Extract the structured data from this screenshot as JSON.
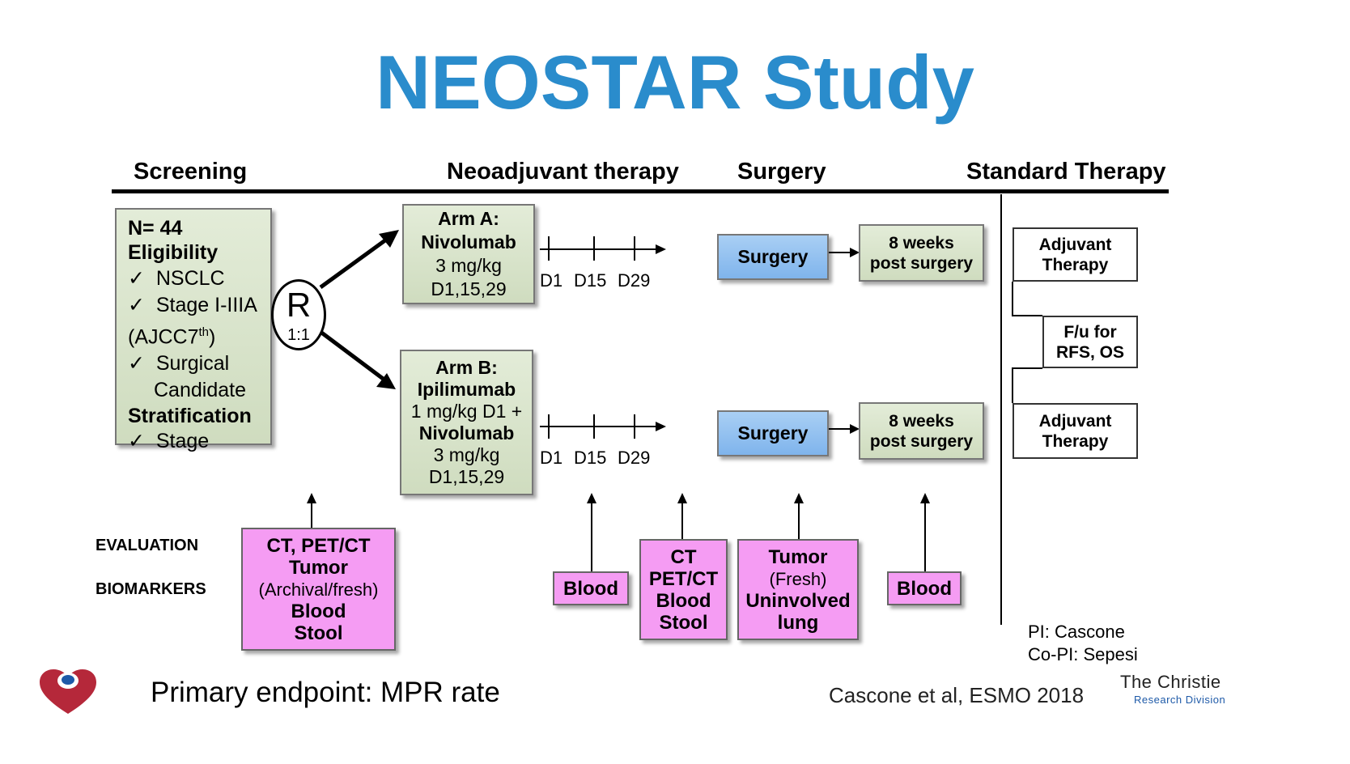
{
  "title": "NEOSTAR Study",
  "phases": {
    "screening": "Screening",
    "neoadjuvant": "Neoadjuvant therapy",
    "surgery": "Surgery",
    "standard": "Standard Therapy"
  },
  "eligibility": {
    "n": "N= 44",
    "eligibility_heading": "Eligibility",
    "check": "✓",
    "nsclc": "NSCLC",
    "stage_range": "Stage I-IIIA",
    "ajcc_prefix": "(AJCC7",
    "ajcc_sup": "th",
    "ajcc_suffix": ")",
    "surgical": "Surgical",
    "candidate": "Candidate",
    "stratification_heading": "Stratification",
    "stage": "Stage"
  },
  "randomization": {
    "letter": "R",
    "ratio": "1:1"
  },
  "arm_a": {
    "l1": "Arm A:",
    "l2": "Nivolumab",
    "l3": "3 mg/kg",
    "l4": "D1,15,29"
  },
  "arm_b": {
    "l1": "Arm B:",
    "l2": "Ipilimumab",
    "l3": "1 mg/kg D1 +",
    "l4": "Nivolumab",
    "l5": "3 mg/kg",
    "l6": "D1,15,29"
  },
  "timeline_a": {
    "d1": "D1",
    "d15": "D15",
    "d29": "D29"
  },
  "timeline_b": {
    "d1": "D1",
    "d15": "D15",
    "d29": "D29"
  },
  "surgery_a": "Surgery",
  "surgery_b": "Surgery",
  "post_surgery_a": {
    "l1": "8 weeks",
    "l2": "post surgery"
  },
  "post_surgery_b": {
    "l1": "8 weeks",
    "l2": "post surgery"
  },
  "adjuvant_a": {
    "l1": "Adjuvant",
    "l2": "Therapy"
  },
  "followup": {
    "l1": "F/u for",
    "l2": "RFS, OS"
  },
  "adjuvant_b": {
    "l1": "Adjuvant",
    "l2": "Therapy"
  },
  "evaluation_label": "EVALUATION",
  "biomarkers_label": "BIOMARKERS",
  "eval_screening": {
    "l1": "CT, PET/CT",
    "l2": "Tumor",
    "l3": "(Archival/fresh)",
    "l4": "Blood",
    "l5": "Stool"
  },
  "eval_blood_1": "Blood",
  "eval_presurgery": {
    "l1": "CT",
    "l2": "PET/CT",
    "l3": "Blood",
    "l4": "Stool"
  },
  "eval_tumor": {
    "l1": "Tumor",
    "l2": "(Fresh)",
    "l3": "Uninvolved",
    "l4": "lung"
  },
  "eval_blood_2": "Blood",
  "pi": "PI: Cascone",
  "copi": "Co-PI: Sepesi",
  "primary_endpoint": "Primary endpoint: MPR rate",
  "citation": "Cascone et al, ESMO 2018",
  "logo": {
    "l1": "The Christie",
    "l2": "Research Division"
  },
  "colors": {
    "title": "#2a8ccc",
    "green_box": "#d6e3c8",
    "blue_box": "#8dbdee",
    "pink_box": "#f59cf3",
    "logo_red": "#b5283a",
    "logo_blue": "#1e5aa8"
  }
}
